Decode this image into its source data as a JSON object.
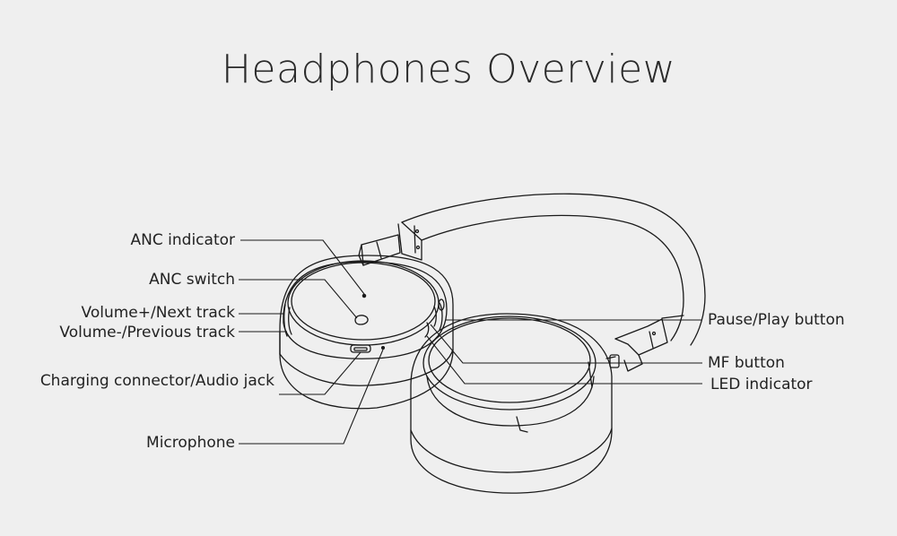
{
  "title": "Headphones Overview",
  "labels": {
    "anc_indicator": "ANC indicator",
    "anc_switch": "ANC switch",
    "volume_up": "Volume+/Next track",
    "volume_down": "Volume-/Previous track",
    "charging": "Charging connector/Audio jack",
    "microphone": "Microphone",
    "pause_play": "Pause/Play button",
    "mf_button": "MF button",
    "led_indicator": "LED indicator"
  },
  "colors": {
    "background": "#efefef",
    "line": "#1a1a1a"
  }
}
